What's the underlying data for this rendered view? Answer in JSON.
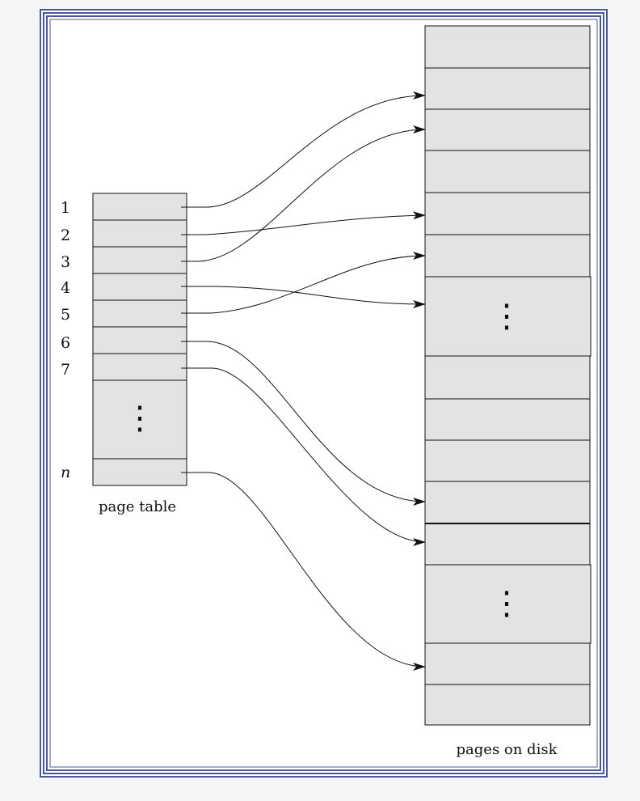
{
  "page_table": {
    "label": "page table",
    "row_labels": [
      "1",
      "2",
      "3",
      "4",
      "5",
      "6",
      "7",
      "n"
    ],
    "ellipsis": "⋮"
  },
  "disk": {
    "label": "pages on disk",
    "ellipsis": "⋮"
  },
  "colors": {
    "frame": "#4a5a99",
    "page_fill": "#e3e3e3",
    "background": "#f5f5f5",
    "line": "#111111"
  }
}
